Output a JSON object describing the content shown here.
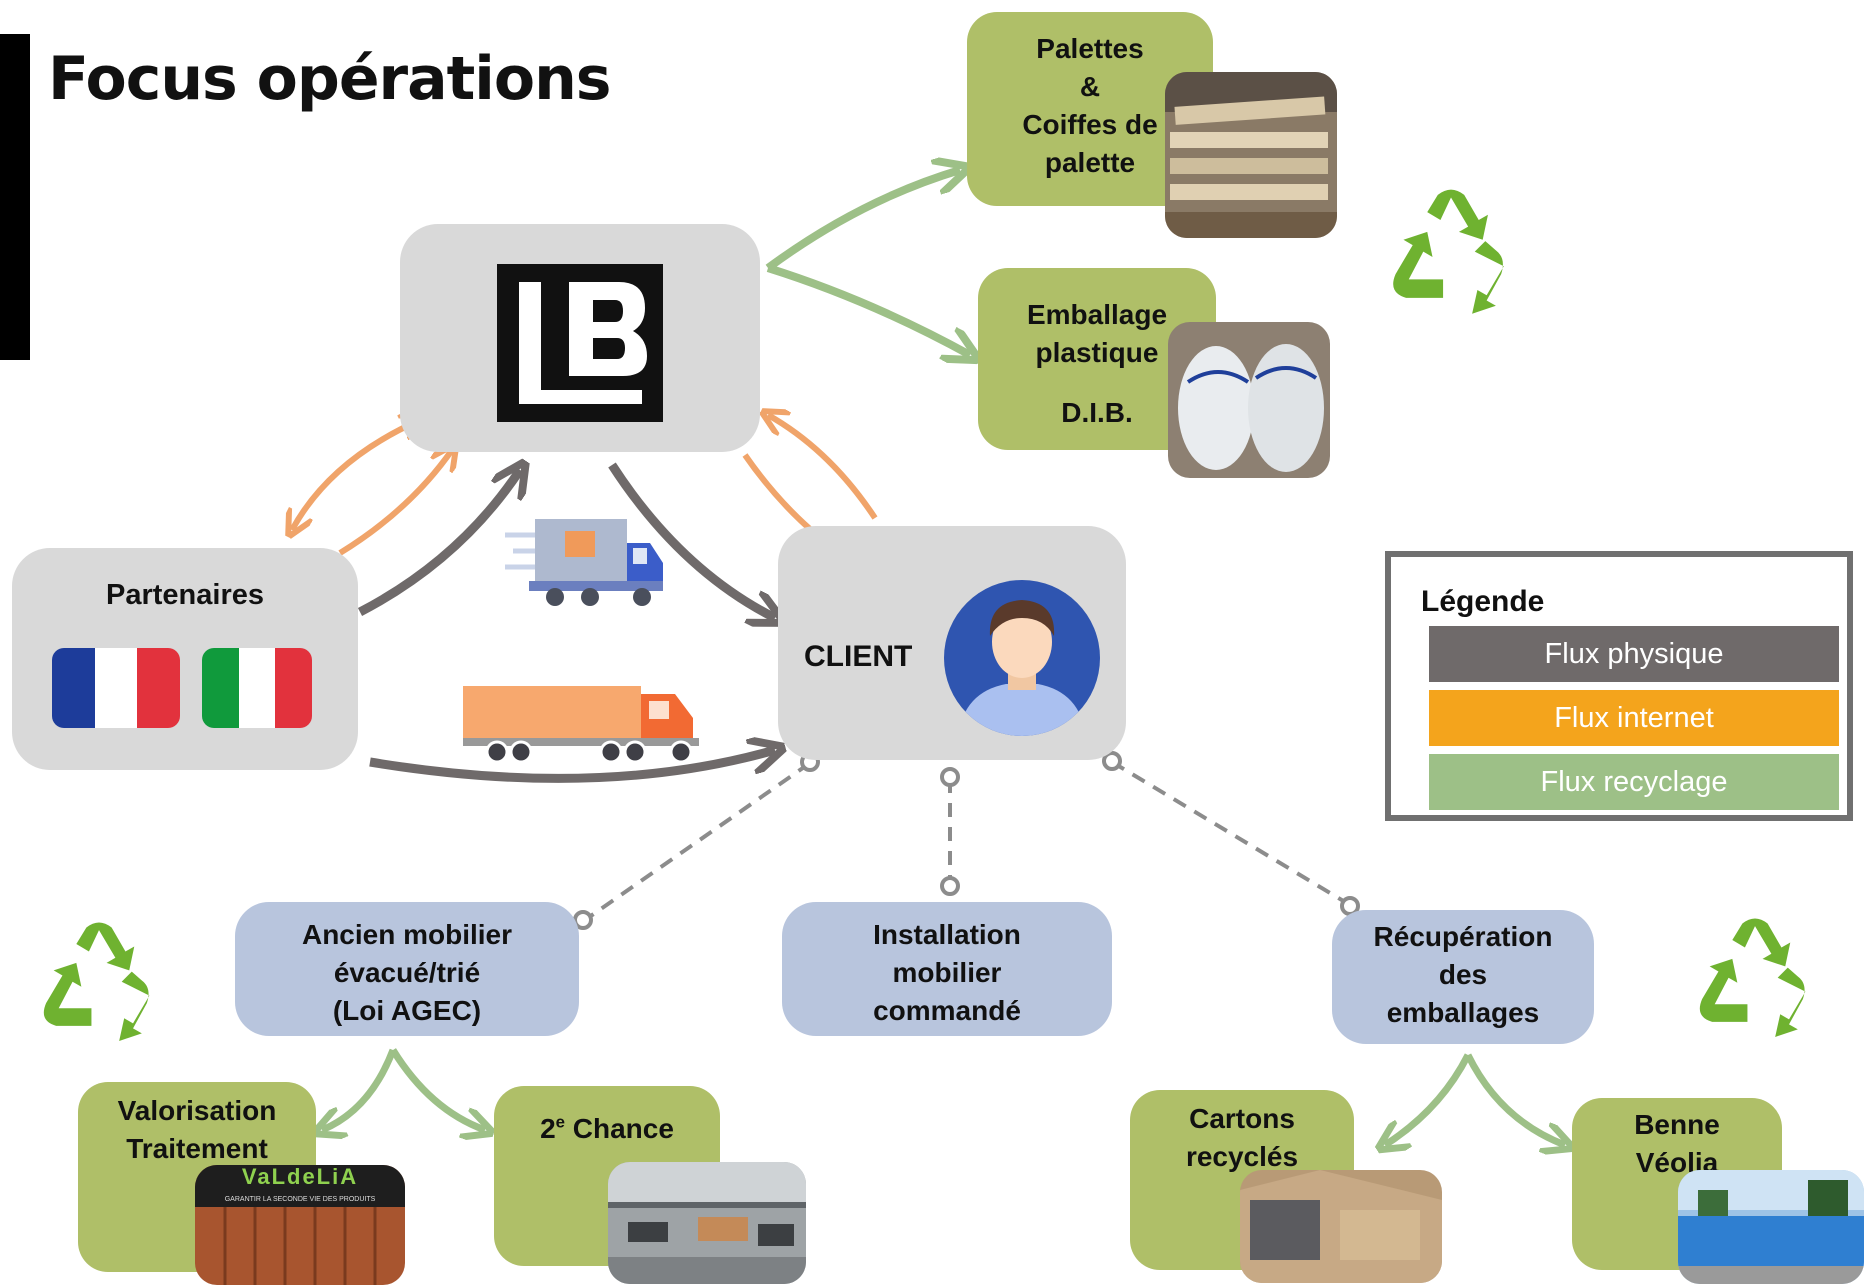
{
  "title": "Focus opérations",
  "nodes": {
    "partenaires": "Partenaires",
    "client": "CLIENT",
    "palettes_lines": [
      "Palettes",
      "&",
      "Coiffes de",
      "palette"
    ],
    "emballage_lines": [
      "Emballage",
      "plastique",
      "D.I.B."
    ],
    "ancien_lines": [
      "Ancien mobilier",
      "évacué/trié",
      "(Loi AGEC)"
    ],
    "installation_lines": [
      "Installation",
      "mobilier",
      "commandé"
    ],
    "recuperation_lines": [
      "Récupération",
      "des",
      "emballages"
    ],
    "valorisation_lines": [
      "Valorisation",
      "Traitement"
    ],
    "chance_num": "2",
    "chance_sup": "e",
    "chance_rest": " Chance",
    "cartons_lines": [
      "Cartons",
      "recyclés"
    ],
    "benne_lines": [
      "Benne",
      "Véolia"
    ],
    "valdelia_logo": "VaLdeLiA",
    "valdelia_tagline": "GARANTIR LA SECONDE VIE DES PRODUITS"
  },
  "legend": {
    "title": "Légende",
    "items": [
      {
        "label": "Flux physique",
        "color": "#6f6a6a"
      },
      {
        "label": "Flux internet",
        "color": "#f4a41c"
      },
      {
        "label": "Flux recyclage",
        "color": "#9dc087"
      }
    ]
  },
  "colors": {
    "flux_physique": "#6f6a6a",
    "flux_internet": "#f0a46a",
    "flux_recyclage": "#9dc087",
    "recycle_icon": "#6fb230",
    "flag_blue": "#1d3c9a",
    "flag_red": "#e2323d",
    "flag_green": "#109a3c"
  },
  "icons": [
    "lb-logo",
    "france-flag-icon",
    "italy-flag-icon",
    "delivery-truck-icon",
    "semi-truck-icon",
    "client-avatar-icon",
    "recycle-icon"
  ]
}
